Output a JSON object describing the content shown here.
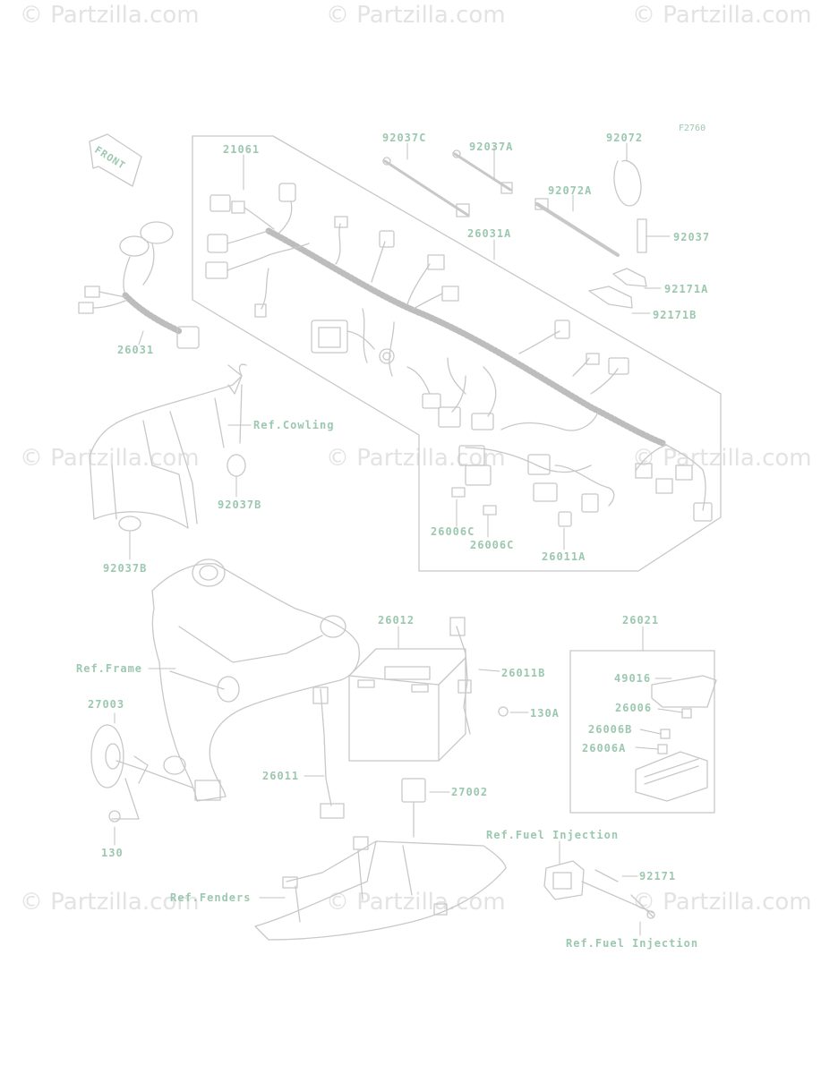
{
  "watermark": "© Partzilla.com",
  "figure_code": "F2760",
  "front_label": "FRONT",
  "parts": {
    "p21061": "21061",
    "p92037C": "92037C",
    "p92037A": "92037A",
    "p92072": "92072",
    "p92072A": "92072A",
    "p92037": "92037",
    "p26031A": "26031A",
    "p92171A": "92171A",
    "p92171B": "92171B",
    "p26031": "26031",
    "p92037B_1": "92037B",
    "p92037B_2": "92037B",
    "p26006C_1": "26006C",
    "p26006C_2": "26006C",
    "p26011A": "26011A",
    "p26012": "26012",
    "p26021": "26021",
    "p26011B": "26011B",
    "p130A": "130A",
    "p27003": "27003",
    "p49016": "49016",
    "p26006": "26006",
    "p26006B": "26006B",
    "p26006A": "26006A",
    "p26011": "26011",
    "p27002": "27002",
    "p130": "130",
    "p92171": "92171"
  },
  "refs": {
    "cowling": "Ref.Cowling",
    "frame": "Ref.Frame",
    "fenders": "Ref.Fenders",
    "fuel_injection_1": "Ref.Fuel Injection",
    "fuel_injection_2": "Ref.Fuel Injection"
  },
  "colors": {
    "line": "#cfcfcf",
    "label": "#9cc8b0",
    "watermark": "#e3e3e3"
  }
}
